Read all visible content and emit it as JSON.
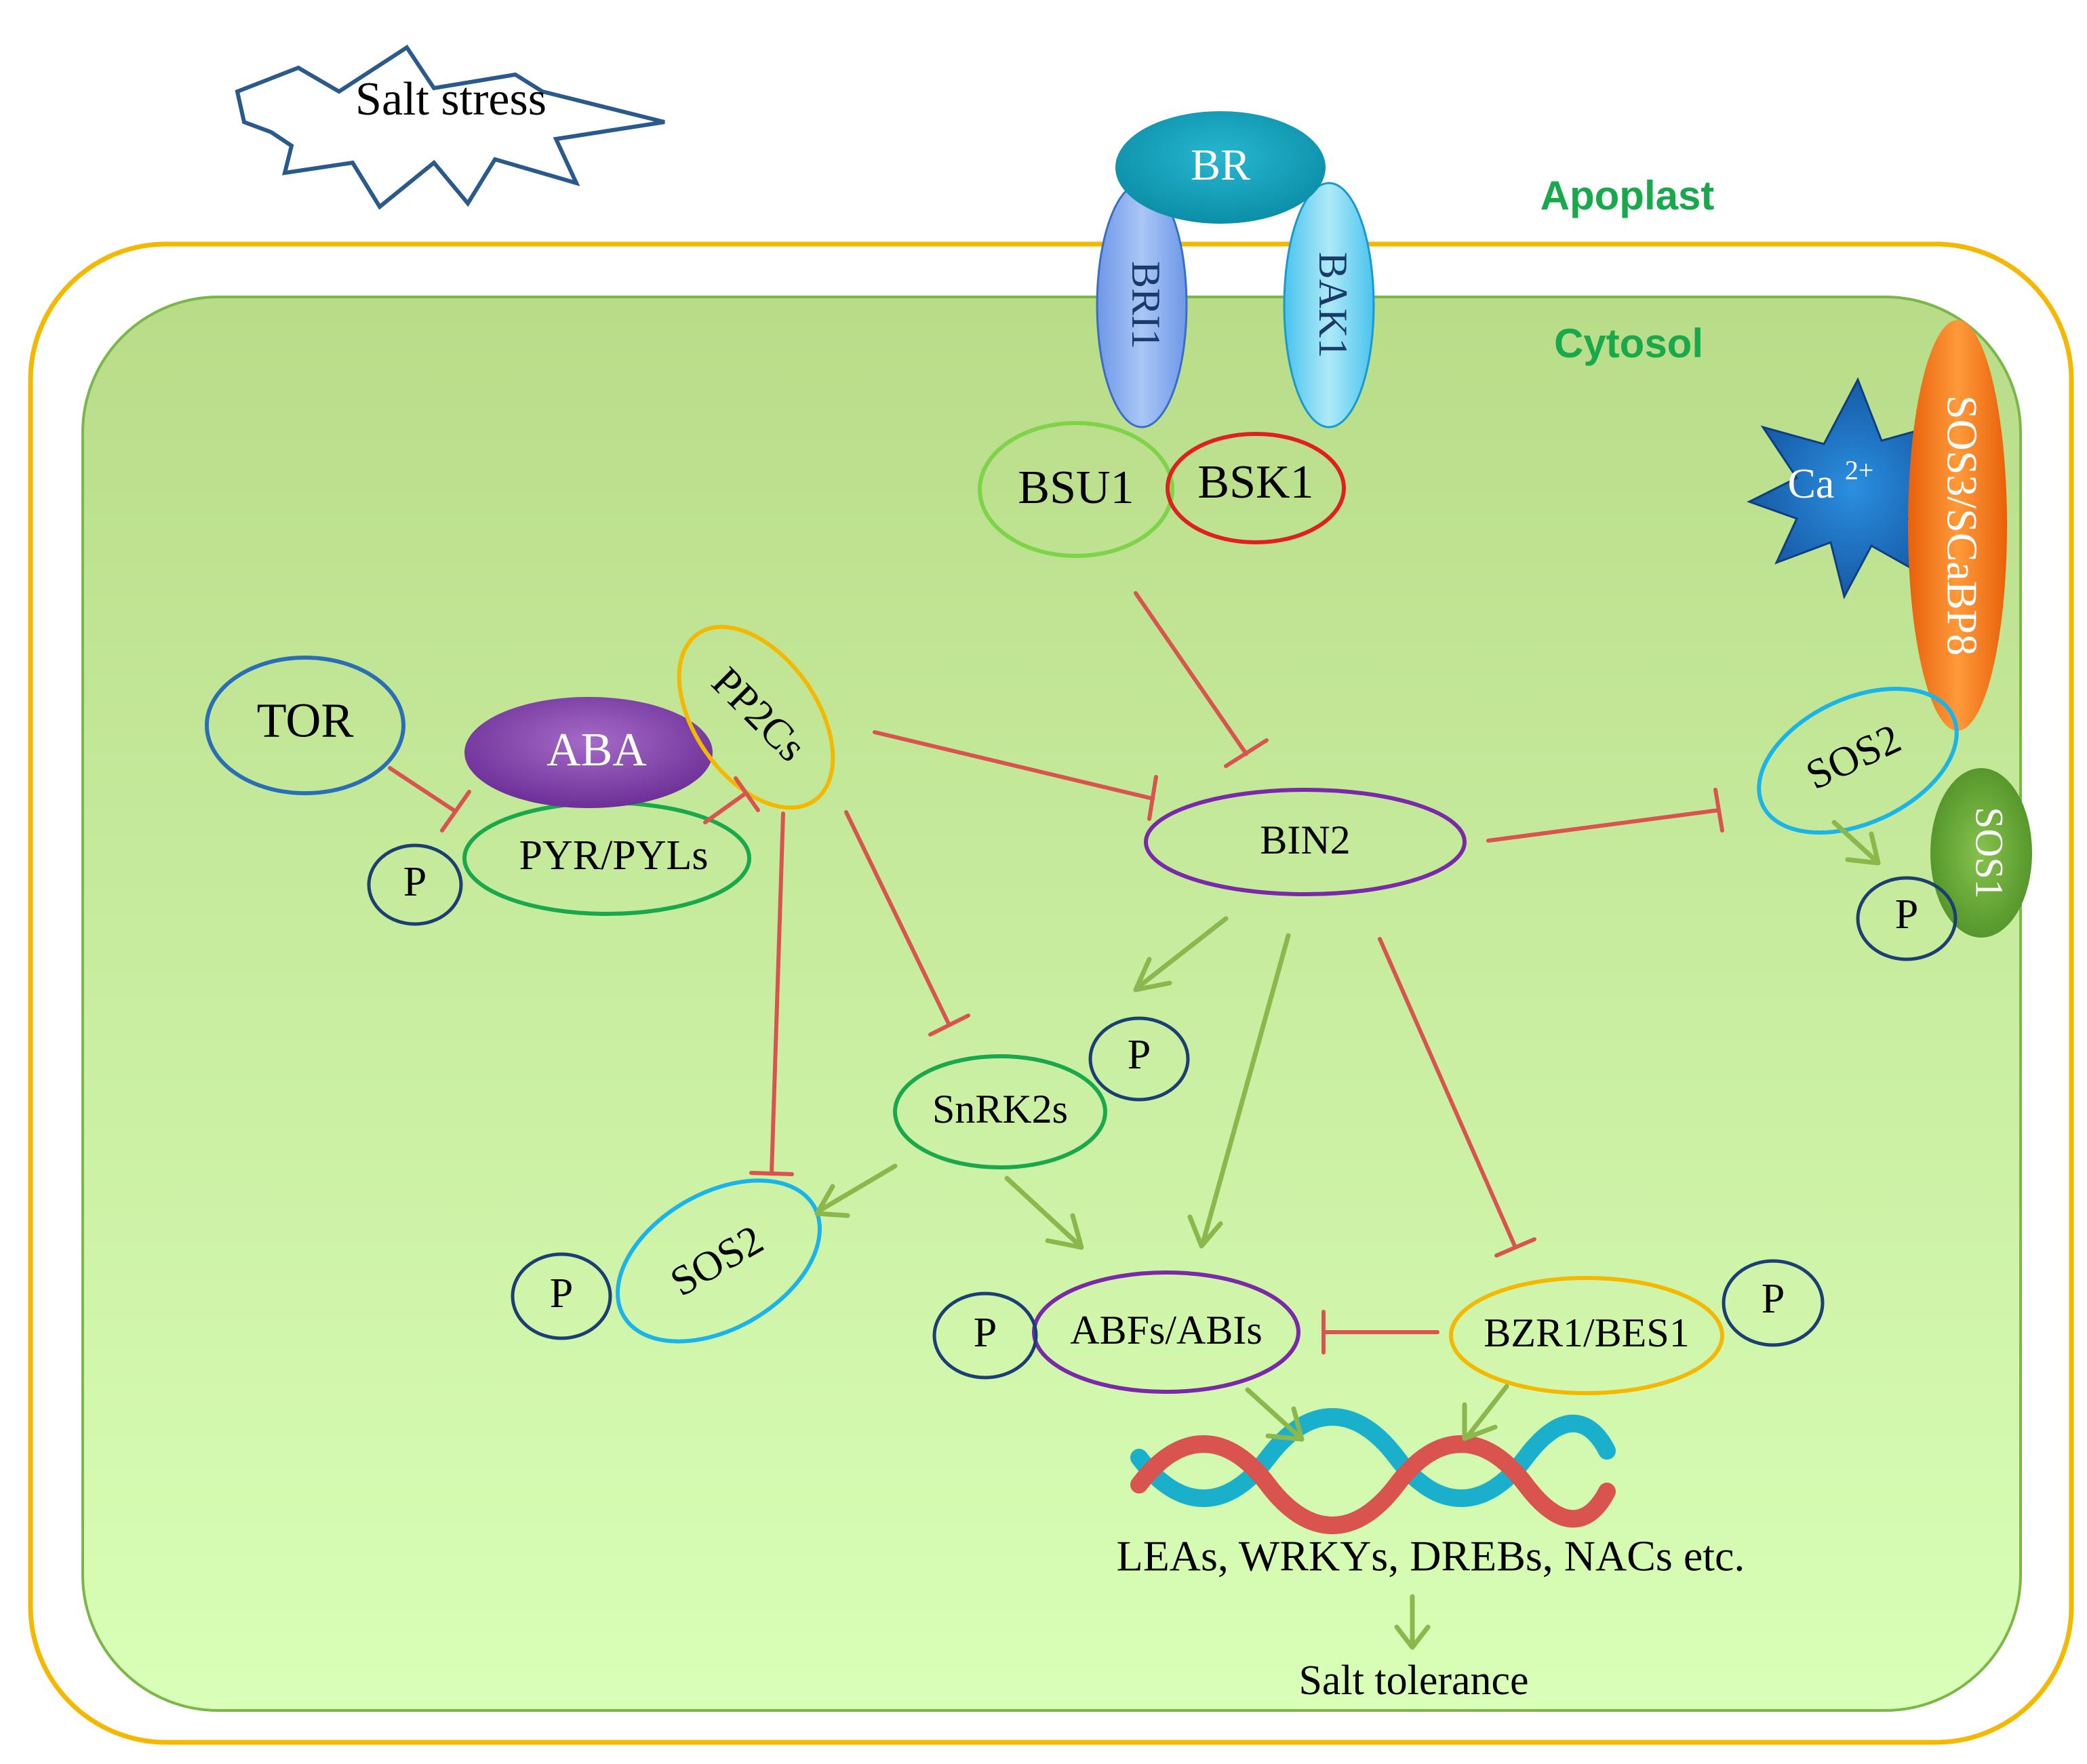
{
  "labels": {
    "salt_stress": "Salt stress",
    "apoplast": "Apoplast",
    "cytosol": "Cytosol",
    "br": "BR",
    "bri1": "BRI1",
    "bak1": "BAK1",
    "bsu1": "BSU1",
    "bsk1": "BSK1",
    "ca_base": "Ca",
    "ca_sup": "2+",
    "sos3": "SOS3/SCaBP8",
    "tor": "TOR",
    "aba": "ABA",
    "pp2cs": "PP2Cs",
    "pyr": "PYR/PYLs",
    "p": "P",
    "bin2": "BIN2",
    "sos2": "SOS2",
    "sos1": "SOS1",
    "snrk2s": "SnRK2s",
    "abfs": "ABFs/ABIs",
    "bzr1": "BZR1/BES1",
    "genes": "LEAs, WRKYs, DREBs, NACs etc.",
    "salt_tolerance": "Salt tolerance"
  },
  "colors": {
    "outer_membrane": "#f5b800",
    "cytosol_fill_top": "#b9dd8c",
    "cytosol_fill_bottom": "#d8ffb6",
    "cytosol_border": "#7ab648",
    "label_green": "#1aa84c",
    "inhibit_arrow": "#d9534f",
    "activate_arrow": "#8ab84c",
    "br_fill": "#1aa3be",
    "bri1_fill": "#8fb3ef",
    "bak1_fill": "#7fd8f3",
    "ca_fill": "#1a6fbf",
    "sos3_fill": "#ff7f1a",
    "aba_fill": "#8a4ab0",
    "sos1_fill": "#6aab3a",
    "p_border": "#1c3f73",
    "tor_border": "#2a6fb6",
    "bsu1_border": "#7ed348",
    "bsk1_border": "#e02020",
    "pp2cs_border": "#f5b800",
    "pyr_border": "#1aa84c",
    "bin2_border": "#7a2aa8",
    "sos2_border": "#1ab4e8",
    "snrk2s_border": "#1aa84c",
    "abfs_border": "#7a2aa8",
    "bzr1_border": "#f5b800",
    "dna_red": "#d9534f",
    "dna_blue": "#1ab0cc",
    "star_border": "#1c4f8a"
  }
}
